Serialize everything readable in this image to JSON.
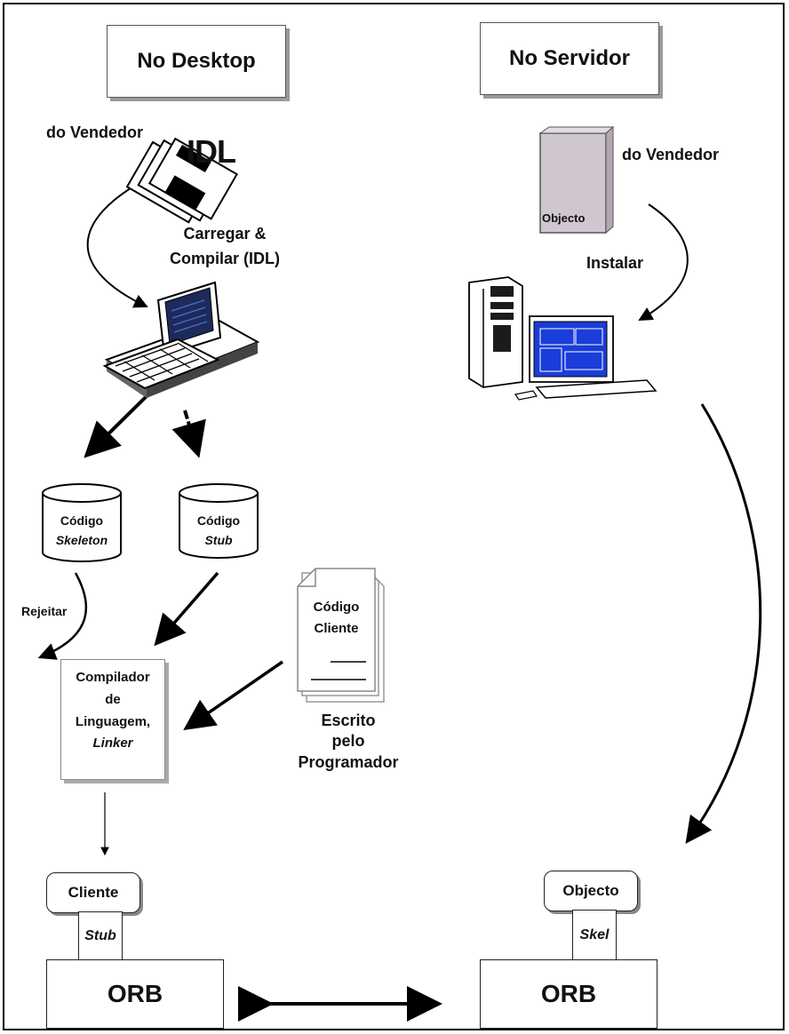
{
  "titles": {
    "desktop": "No Desktop",
    "server": "No Servidor"
  },
  "desktop": {
    "vendor_label": "do Vendedor",
    "disk_label": "IDL",
    "load_compile": [
      "Carregar &",
      "Compilar (IDL)"
    ],
    "skeleton_code": {
      "line1": "Código",
      "line2": "Skeleton"
    },
    "stub_code": {
      "line1": "Código",
      "line2": "Stub"
    },
    "reject_label": "Rejeitar",
    "compiler": {
      "line1": "Compilador",
      "line2": "de",
      "line3": "Linguagem,",
      "line4": "Linker"
    },
    "client_code": {
      "line1": "Código",
      "line2": "Cliente"
    },
    "written_by": [
      "Escrito",
      "pelo",
      "Programador"
    ],
    "client_box": "Cliente",
    "stub_box": "Stub",
    "orb": "ORB"
  },
  "server": {
    "object_label": "Objecto",
    "vendor_label": "do Vendedor",
    "install_label": "Instalar",
    "object_box": "Objecto",
    "skel_box": "Skel",
    "orb": "ORB"
  },
  "colors": {
    "screen_blue": "#1a3cd8",
    "tower_gray": "#cfc6cf",
    "shadow": "#9a9a9a"
  }
}
